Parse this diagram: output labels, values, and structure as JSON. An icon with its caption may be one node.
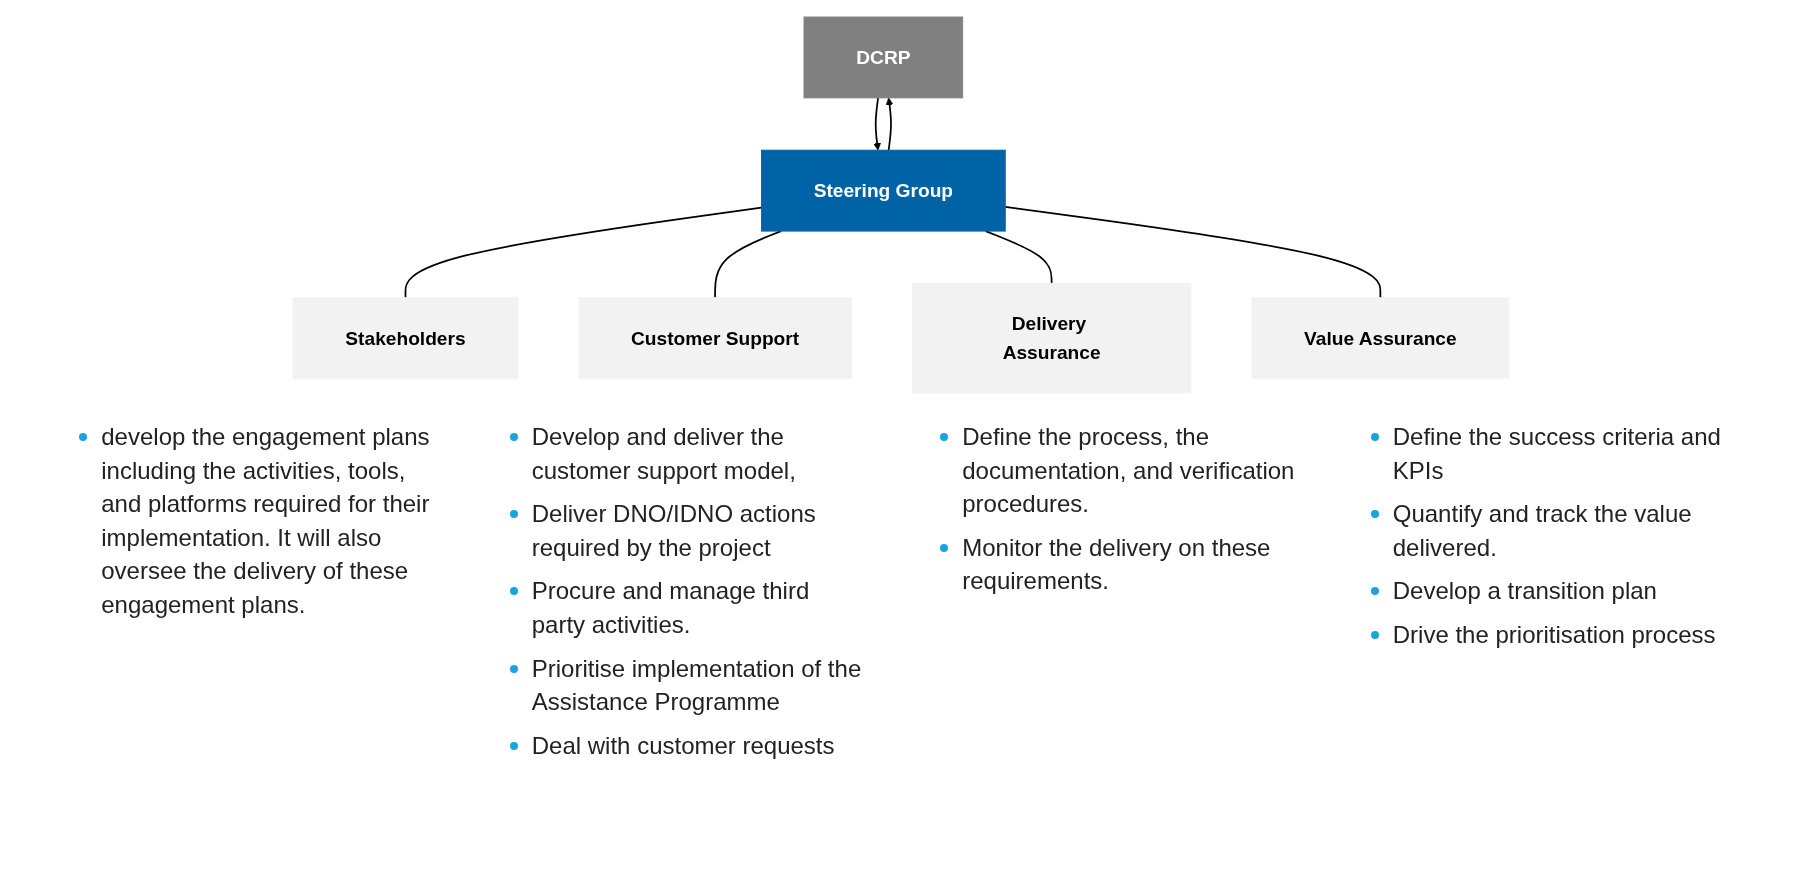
{
  "diagram": {
    "nodes": [
      {
        "text": [
          "DCRP"
        ]
      },
      {
        "text": [
          "Steering Group"
        ]
      },
      {
        "text": [
          "Stakeholders"
        ],
        "beside": [
          "develop the engagement plans including the activities, tools, and platforms required for their implementation. It will also oversee the delivery of these engagement plans."
        ]
      },
      {
        "text": [
          "Customer Support"
        ],
        "beside": [
          "Develop and deliver the customer support model,",
          "Deliver DNO/IDNO actions required by the project",
          "Procure and manage third party activities.",
          "Prioritise implementation of the Assistance Programme",
          "Deal with customer requests"
        ]
      },
      {
        "text": [
          "Delivery Assurance"
        ],
        "beside": [
          "Define the process, the documentation, and verification procedures.",
          "Monitor the delivery on these requirements."
        ]
      },
      {
        "text": [
          "Value Assurance"
        ],
        "beside": [
          "Define the success criteria and KPIs",
          "Quantify and track the value delivered.",
          "Develop a transition plan",
          "Drive the prioritisation process"
        ]
      }
    ],
    "edges": [
      {
        "from": 0,
        "to": 1,
        "arrow": "to"
      },
      {
        "from": 1,
        "to": 0,
        "arrow": "to"
      },
      {
        "from": 1,
        "to": 2,
        "arrow": "none"
      },
      {
        "from": 1,
        "to": 3,
        "arrow": "none"
      },
      {
        "from": 1,
        "to": 4,
        "arrow": "none"
      },
      {
        "from": 1,
        "to": 5,
        "arrow": "none"
      }
    ]
  }
}
